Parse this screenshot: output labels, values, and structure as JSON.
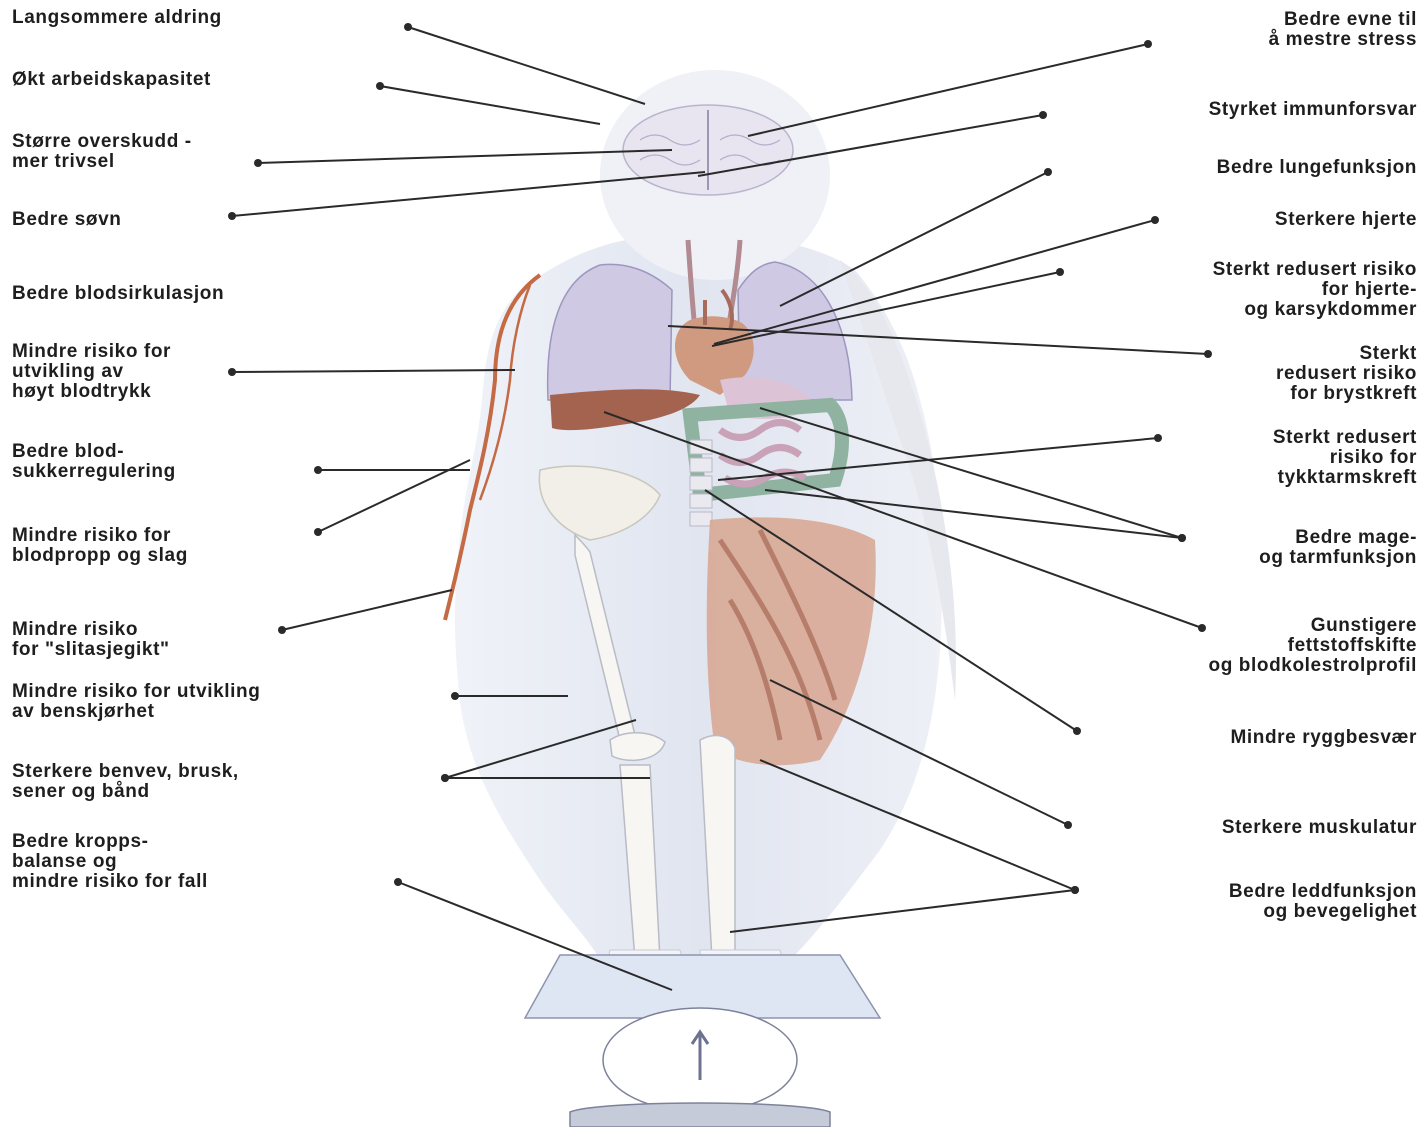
{
  "colors": {
    "silhouette": "#e4e8f2",
    "head": "#eef0f6",
    "lungs": "#c9c3df",
    "liver": "#a4634f",
    "heart": "#c68a74",
    "intestine_green": "#8fb3a0",
    "intestine_pink": "#d9b4c4",
    "muscle": "#c9917f",
    "bone": "#f5f4f1",
    "vessel": "#c46a45",
    "leader": "#2a2a2a"
  },
  "labels": {
    "left": [
      {
        "id": "aldring",
        "text": "Langsommere aldring"
      },
      {
        "id": "arbeid",
        "text": "Økt arbeidskapasitet"
      },
      {
        "id": "overskudd",
        "text": "Større overskudd -\nmer trivsel"
      },
      {
        "id": "sovn",
        "text": "Bedre søvn"
      },
      {
        "id": "blodsirk",
        "text": "Bedre blodsirkulasjon"
      },
      {
        "id": "blodtrykk",
        "text": "Mindre risiko for\nutvikling av\nhøyt blodtrykk"
      },
      {
        "id": "sukker",
        "text": "Bedre blod-\nsukkerregulering"
      },
      {
        "id": "blodpropp",
        "text": "Mindre risiko for\nblodpropp og slag"
      },
      {
        "id": "slitasje",
        "text": "Mindre risiko\nfor \"slitasjegikt\""
      },
      {
        "id": "benskjor",
        "text": "Mindre risiko for utvikling\nav benskjørhet"
      },
      {
        "id": "benvev",
        "text": "Sterkere benvev, brusk,\nsener og bånd"
      },
      {
        "id": "balanse",
        "text": "Bedre kropps-\nbalanse og\nmindre risiko for fall"
      }
    ],
    "right": [
      {
        "id": "stress",
        "text": "Bedre evne til\nå mestre stress"
      },
      {
        "id": "immun",
        "text": "Styrket immunforsvar"
      },
      {
        "id": "lunge",
        "text": "Bedre lungefunksjon"
      },
      {
        "id": "hjerte",
        "text": "Sterkere hjerte"
      },
      {
        "id": "karsyk",
        "text": "Sterkt redusert risiko\nfor hjerte-\nog karsykdommer"
      },
      {
        "id": "bryst",
        "text": "Sterkt\nredusert risiko\nfor brystkreft"
      },
      {
        "id": "tykk",
        "text": "Sterkt redusert\nrisiko for\ntykktarmskreft"
      },
      {
        "id": "mage",
        "text": "Bedre mage-\nog tarmfunksjon"
      },
      {
        "id": "fett",
        "text": "Gunstigere\nfettstoffskifte\nog blodkolestrolprofil"
      },
      {
        "id": "rygg",
        "text": "Mindre ryggbesvær"
      },
      {
        "id": "muskel",
        "text": "Sterkere muskulatur"
      },
      {
        "id": "ledd",
        "text": "Bedre leddfunksjon\nog bevegelighet"
      }
    ]
  }
}
